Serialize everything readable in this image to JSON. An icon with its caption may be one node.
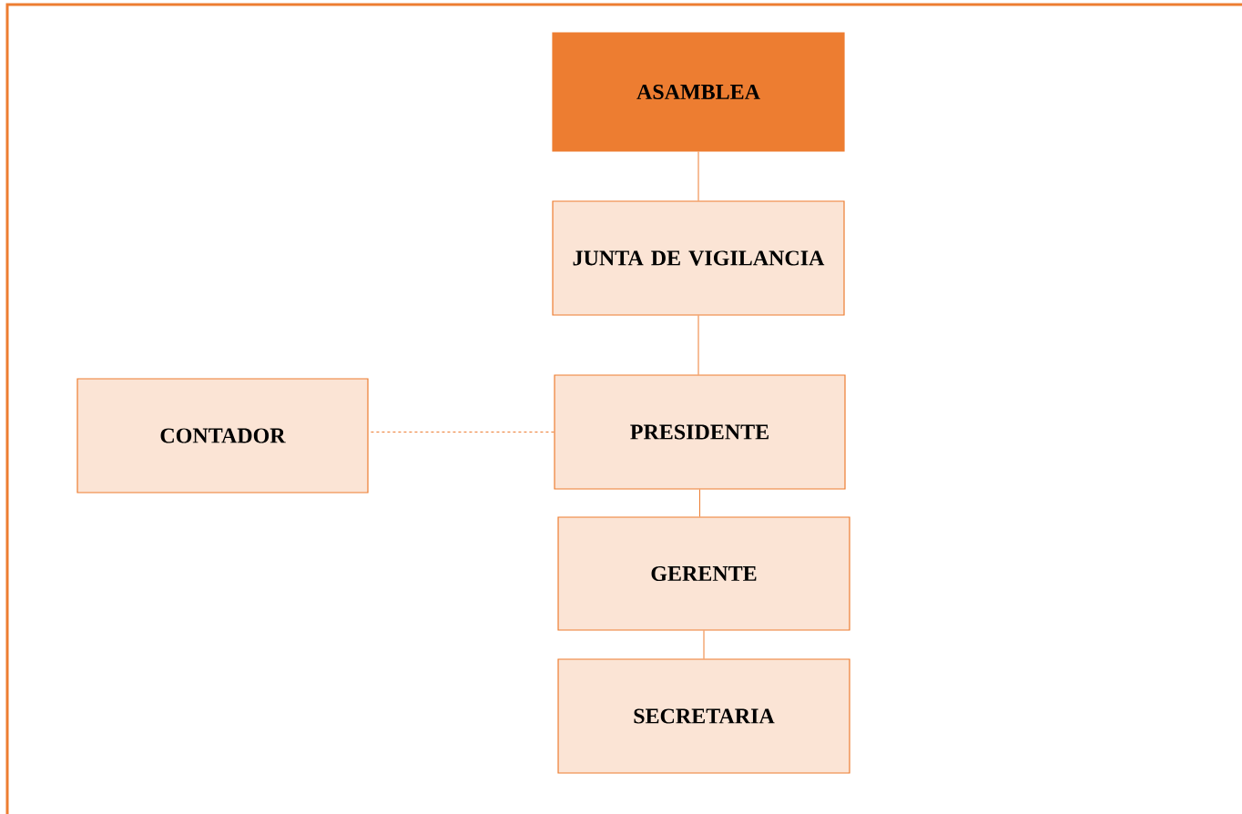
{
  "diagram": {
    "nodes": [
      {
        "text": [
          "ASAMBLEA"
        ]
      },
      {
        "text": [
          "JUNTA DE VIGILANCIA"
        ]
      },
      {
        "text": [
          "CONTADOR"
        ]
      },
      {
        "text": [
          "PRESIDENTE"
        ]
      },
      {
        "text": [
          "GERENTE"
        ]
      },
      {
        "text": [
          "SECRETARIA"
        ]
      }
    ],
    "edges": [
      {
        "from": 0,
        "to": 1,
        "arrow": "none"
      },
      {
        "from": 1,
        "to": 3,
        "arrow": "none"
      },
      {
        "from": 3,
        "to": 2,
        "arrow": "none",
        "style": "dashed"
      },
      {
        "from": 3,
        "to": 4,
        "arrow": "none"
      },
      {
        "from": 4,
        "to": 5,
        "arrow": "none"
      }
    ]
  }
}
